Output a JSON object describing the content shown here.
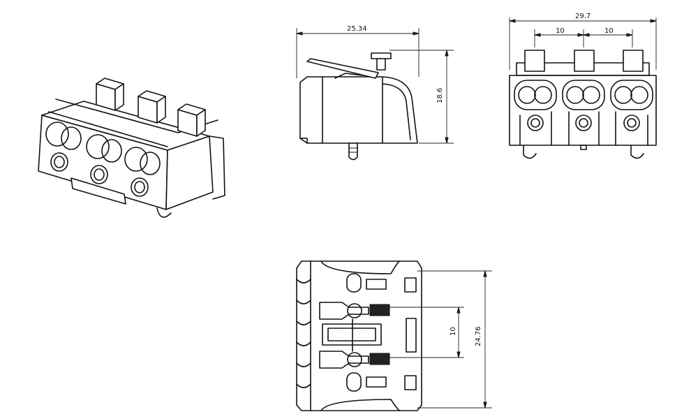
{
  "dimensions": {
    "side_width": "25.34",
    "side_height": "18.6",
    "front_width": "29.7",
    "front_pitch_left": "10",
    "front_pitch_right": "10",
    "bottom_height": "24.76",
    "bottom_pitch": "10"
  }
}
